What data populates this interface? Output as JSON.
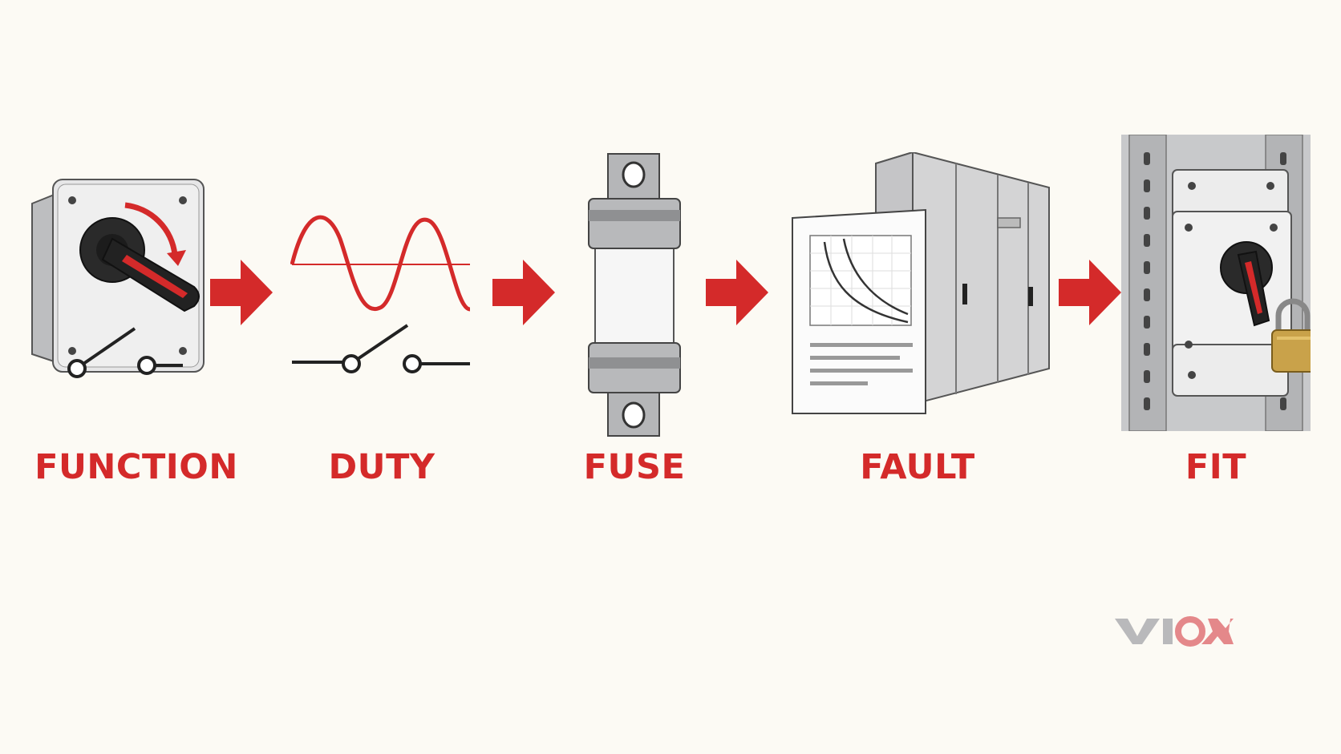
{
  "colors": {
    "background": "#fcfaf4",
    "accent_red": "#d42a2a",
    "metal_gray": "#b5b6b8",
    "panel_gray": "#d9d9da",
    "outline": "#3a3a3a",
    "brass": "#c9a24a"
  },
  "steps": [
    {
      "label": "FUNCTION",
      "icon": "rotary-isolator-switch-icon"
    },
    {
      "label": "DUTY",
      "icon": "ac-wave-and-switch-icon"
    },
    {
      "label": "FUSE",
      "icon": "cartridge-fuse-icon"
    },
    {
      "label": "FAULT",
      "icon": "switchgear-and-curve-document-icon"
    },
    {
      "label": "FIT",
      "icon": "din-rail-locked-switch-icon"
    }
  ],
  "arrows": [
    "right-arrow-icon",
    "right-arrow-icon",
    "right-arrow-icon",
    "right-arrow-icon"
  ],
  "brand": {
    "logo": "VIOX",
    "logo_icon": "viox-logo-icon"
  }
}
